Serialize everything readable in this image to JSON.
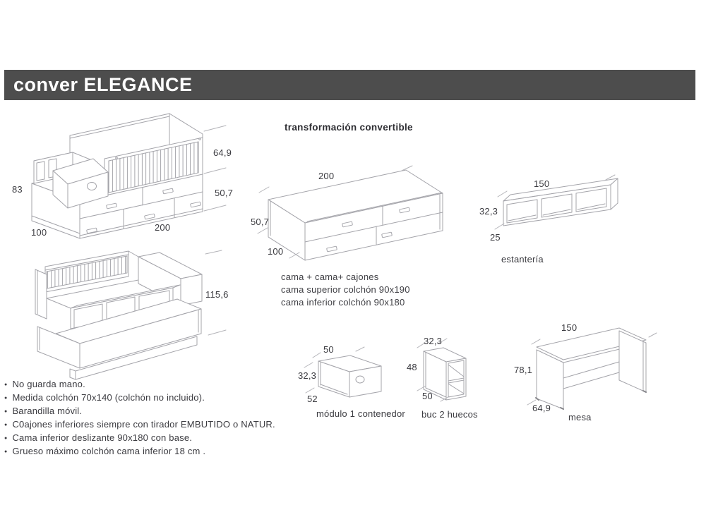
{
  "banner": {
    "title": "conver ELEGANCE"
  },
  "section_title": "transformación convertible",
  "figures": {
    "crib_main": {
      "dim_upper_height": "64,9",
      "dim_base_height": "50,7",
      "dim_side_height": "83",
      "dim_depth": "100",
      "dim_length": "200"
    },
    "crib_alt": {
      "dim_total_height": "115,6"
    },
    "bed": {
      "dim_length": "200",
      "dim_height": "50,7",
      "dim_depth": "100",
      "caption_line1": "cama + cama+ cajones",
      "caption_line2": "cama superior colchón 90x190",
      "caption_line3": "cama inferior colchón 90x180"
    },
    "shelf": {
      "label": "estantería",
      "dim_length": "150",
      "dim_height": "32,3",
      "dim_depth": "25"
    },
    "module": {
      "label": "módulo 1 contenedor",
      "dim_width": "50",
      "dim_height": "32,3",
      "dim_depth": "52"
    },
    "buc": {
      "label": "buc 2 huecos",
      "dim_width": "32,3",
      "dim_height": "48",
      "dim_depth": "50"
    },
    "desk": {
      "label": "mesa",
      "dim_length": "150",
      "dim_height": "78,1",
      "dim_depth": "64,9"
    }
  },
  "notes": [
    "No guarda mano.",
    "Medida colchón 70x140 (colchón no incluido).",
    "Barandilla móvil.",
    "C0ajones inferiores siempre con tirador EMBUTIDO o NATUR.",
    "Cama inferior deslizante 90x180 con base.",
    "Grueso máximo colchón cama inferior 18 cm ."
  ],
  "colors": {
    "banner_bg": "#4d4d4d",
    "banner_text": "#ffffff",
    "line_art": "#a4a4aa",
    "dim_text": "#3b3b40"
  }
}
